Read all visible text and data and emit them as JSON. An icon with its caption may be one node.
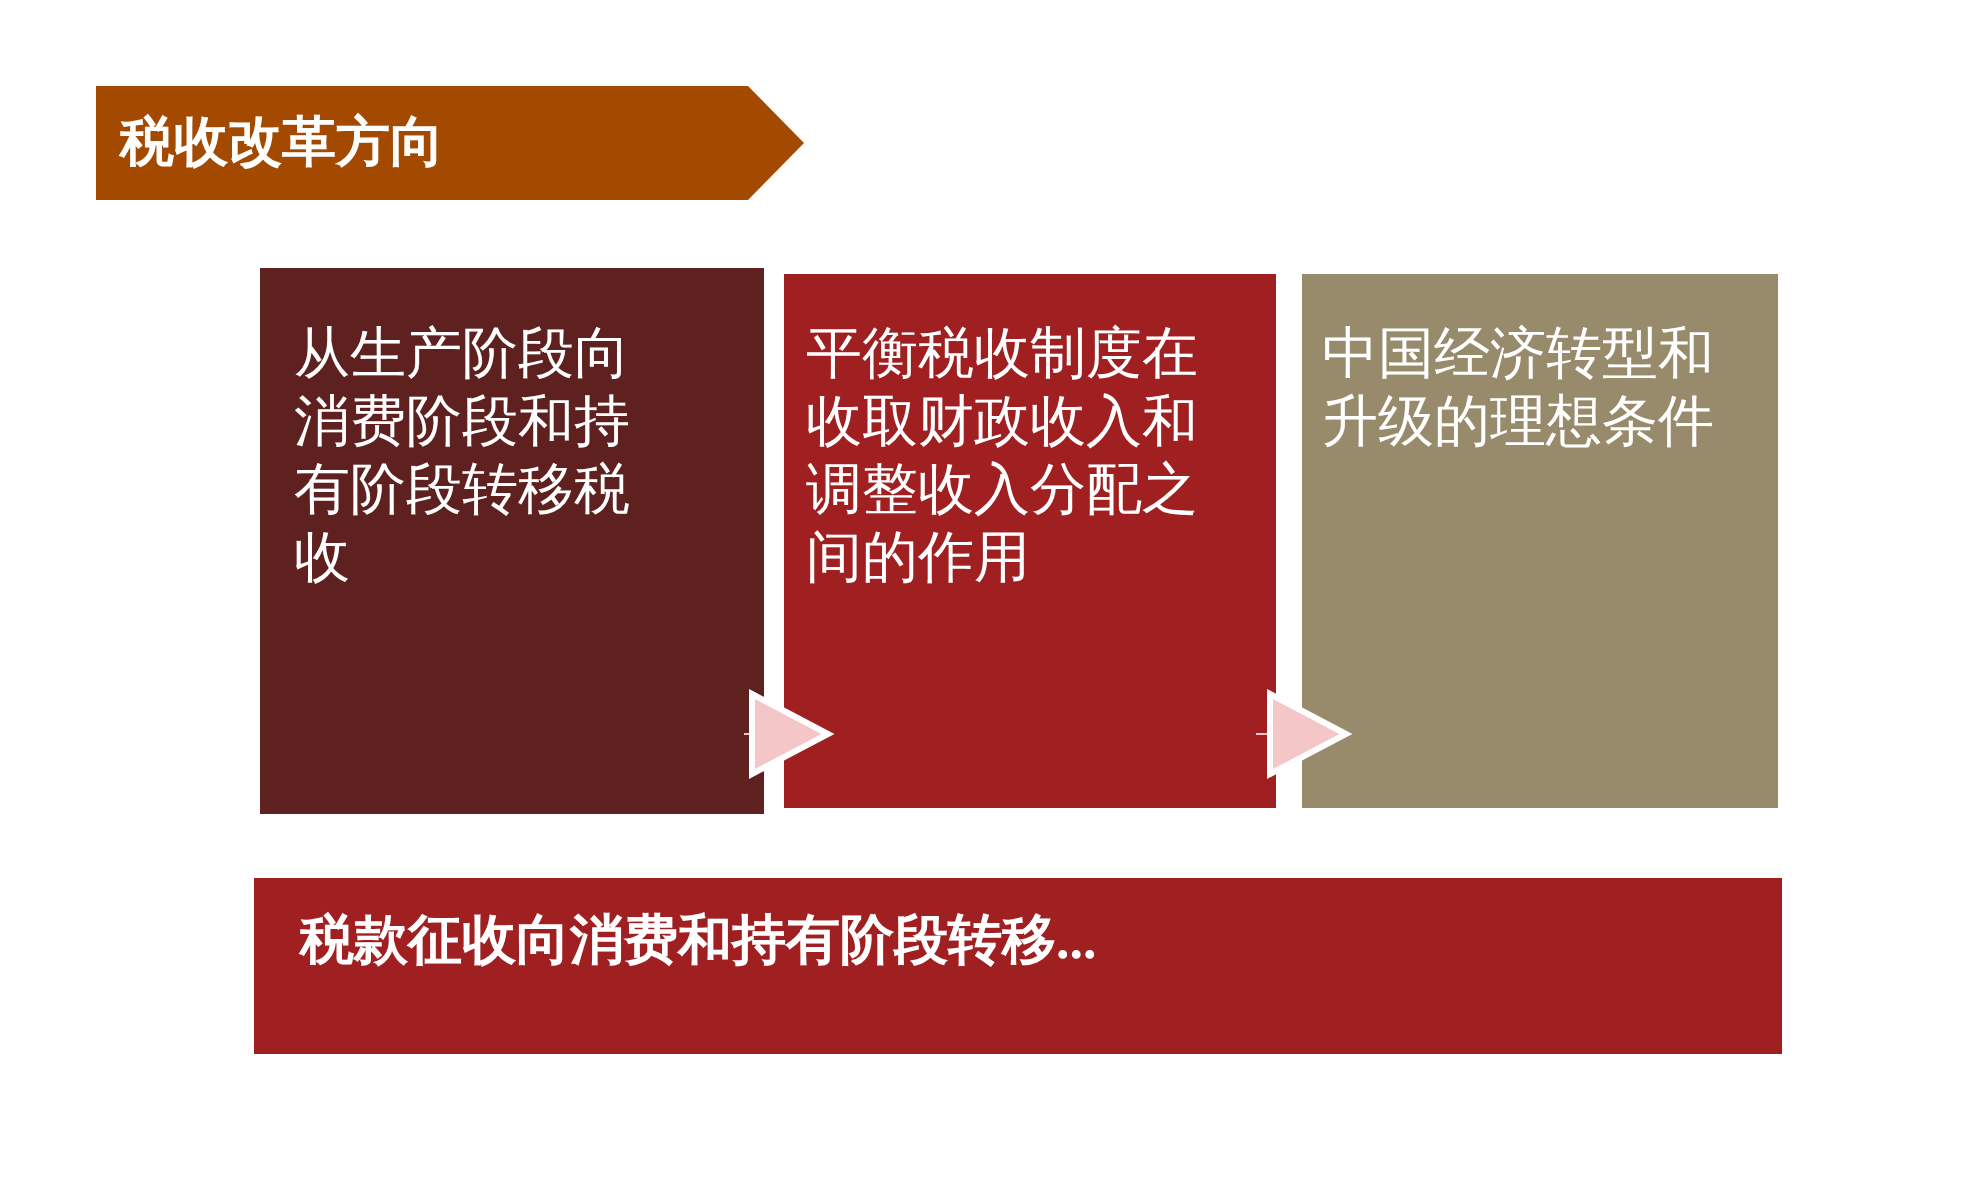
{
  "diagram": {
    "nodes": [
      {
        "text": [
          "税收改革方向"
        ]
      },
      {
        "text": [
          "从生产阶段向消费阶段和持有阶段转移税收"
        ]
      },
      {
        "text": [
          "平衡税收制度在收取财政收入和调整收入分配之间的作用"
        ]
      },
      {
        "text": [
          "中国经济转型和升级的理想条件"
        ]
      },
      {
        "text": [
          "税款征收向消费和持有阶段转移..."
        ]
      }
    ],
    "edges": [
      {
        "from": 1,
        "to": 2,
        "arrow": "to"
      },
      {
        "from": 2,
        "to": 3,
        "arrow": "to"
      }
    ]
  }
}
